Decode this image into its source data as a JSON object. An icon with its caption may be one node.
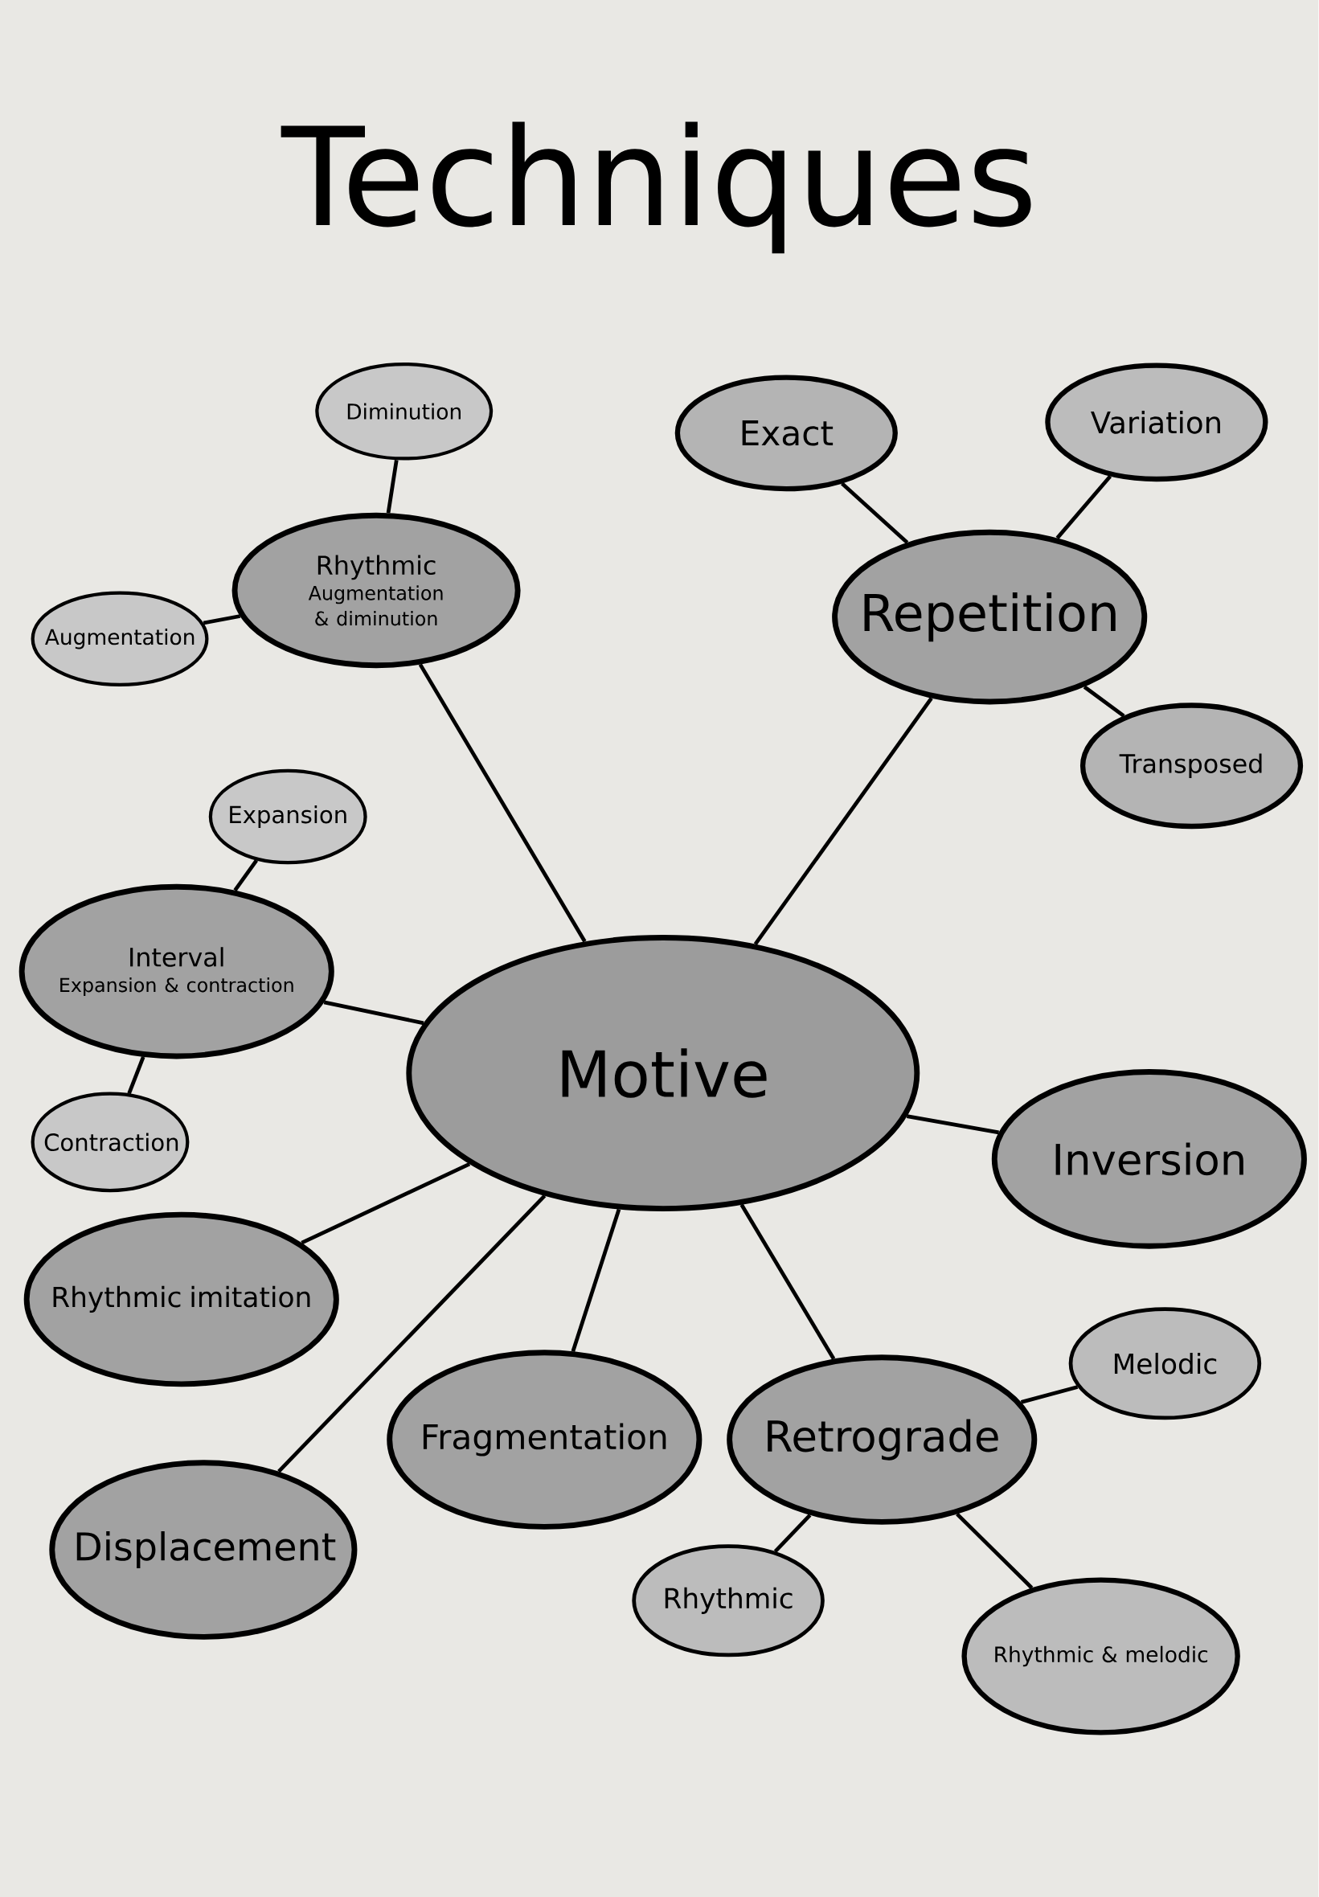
{
  "diagram": {
    "title": "Techniques",
    "nodes": [
      {
        "text": [
          "Motive"
        ]
      },
      {
        "text": [
          "Rhythmic",
          "Augmentation & diminution"
        ]
      },
      {
        "text": [
          "Diminution"
        ]
      },
      {
        "text": [
          "Augmentation"
        ]
      },
      {
        "text": [
          "Repetition"
        ]
      },
      {
        "text": [
          "Exact"
        ]
      },
      {
        "text": [
          "Variation"
        ]
      },
      {
        "text": [
          "Transposed"
        ]
      },
      {
        "text": [
          "Interval",
          "Expansion & contraction"
        ]
      },
      {
        "text": [
          "Expansion"
        ]
      },
      {
        "text": [
          "Contraction"
        ]
      },
      {
        "text": [
          "Inversion"
        ]
      },
      {
        "text": [
          "Rhythmic imitation"
        ]
      },
      {
        "text": [
          "Fragmentation"
        ]
      },
      {
        "text": [
          "Displacement"
        ]
      },
      {
        "text": [
          "Retrograde"
        ]
      },
      {
        "text": [
          "Melodic"
        ]
      },
      {
        "text": [
          "Rhythmic"
        ]
      },
      {
        "text": [
          "Rhythmic & melodic"
        ]
      }
    ],
    "edges": [
      {
        "from": 0,
        "to": 1,
        "arrow": "none"
      },
      {
        "from": 1,
        "to": 2,
        "arrow": "none"
      },
      {
        "from": 1,
        "to": 3,
        "arrow": "none"
      },
      {
        "from": 0,
        "to": 4,
        "arrow": "none"
      },
      {
        "from": 4,
        "to": 5,
        "arrow": "none"
      },
      {
        "from": 4,
        "to": 6,
        "arrow": "none"
      },
      {
        "from": 4,
        "to": 7,
        "arrow": "none"
      },
      {
        "from": 0,
        "to": 8,
        "arrow": "none"
      },
      {
        "from": 8,
        "to": 9,
        "arrow": "none"
      },
      {
        "from": 8,
        "to": 10,
        "arrow": "none"
      },
      {
        "from": 0,
        "to": 11,
        "arrow": "none"
      },
      {
        "from": 0,
        "to": 12,
        "arrow": "none"
      },
      {
        "from": 0,
        "to": 13,
        "arrow": "none"
      },
      {
        "from": 0,
        "to": 14,
        "arrow": "none"
      },
      {
        "from": 0,
        "to": 15,
        "arrow": "none"
      },
      {
        "from": 15,
        "to": 16,
        "arrow": "none"
      },
      {
        "from": 15,
        "to": 17,
        "arrow": "none"
      },
      {
        "from": 15,
        "to": 18,
        "arrow": "none"
      }
    ]
  }
}
